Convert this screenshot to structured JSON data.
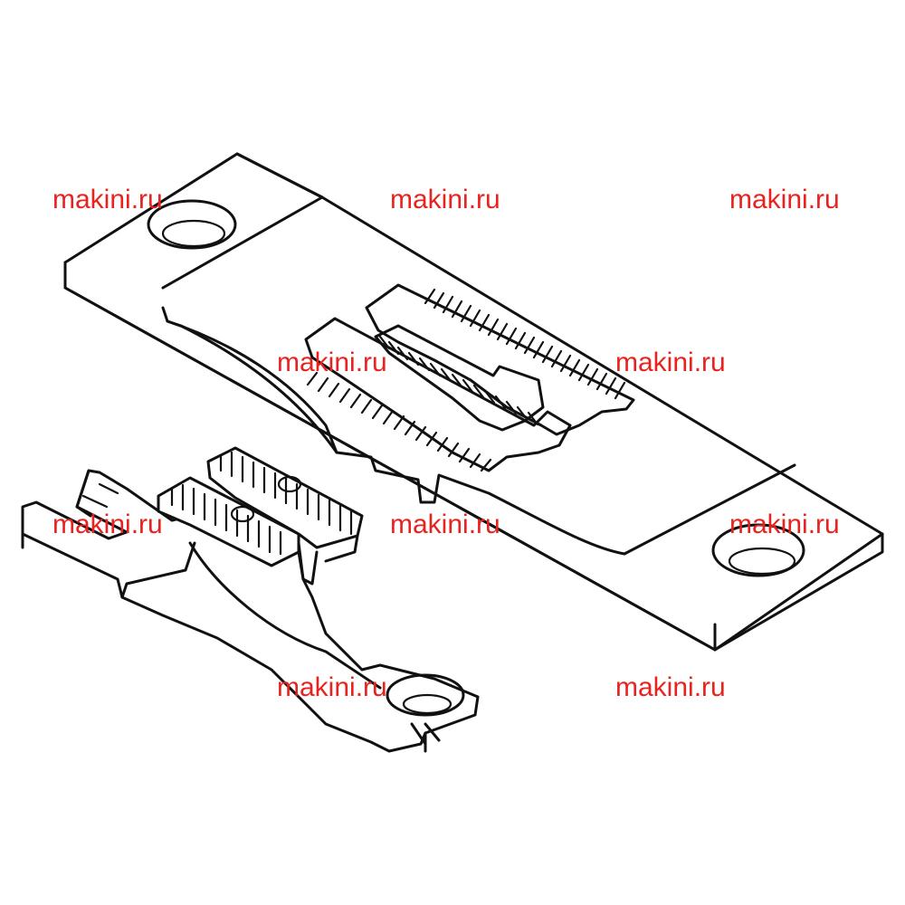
{
  "watermark": {
    "text": "makini.ru",
    "color": "#e8231f"
  },
  "watermarks": [
    "makini.ru",
    "makini.ru",
    "makini.ru",
    "makini.ru",
    "makini.ru",
    "makini.ru",
    "makini.ru",
    "makini.ru",
    "makini.ru",
    "makini.ru"
  ],
  "illustration": {
    "parts": [
      "needle-plate",
      "feed-dog"
    ],
    "line_color": "#111111",
    "background": "#ffffff"
  }
}
